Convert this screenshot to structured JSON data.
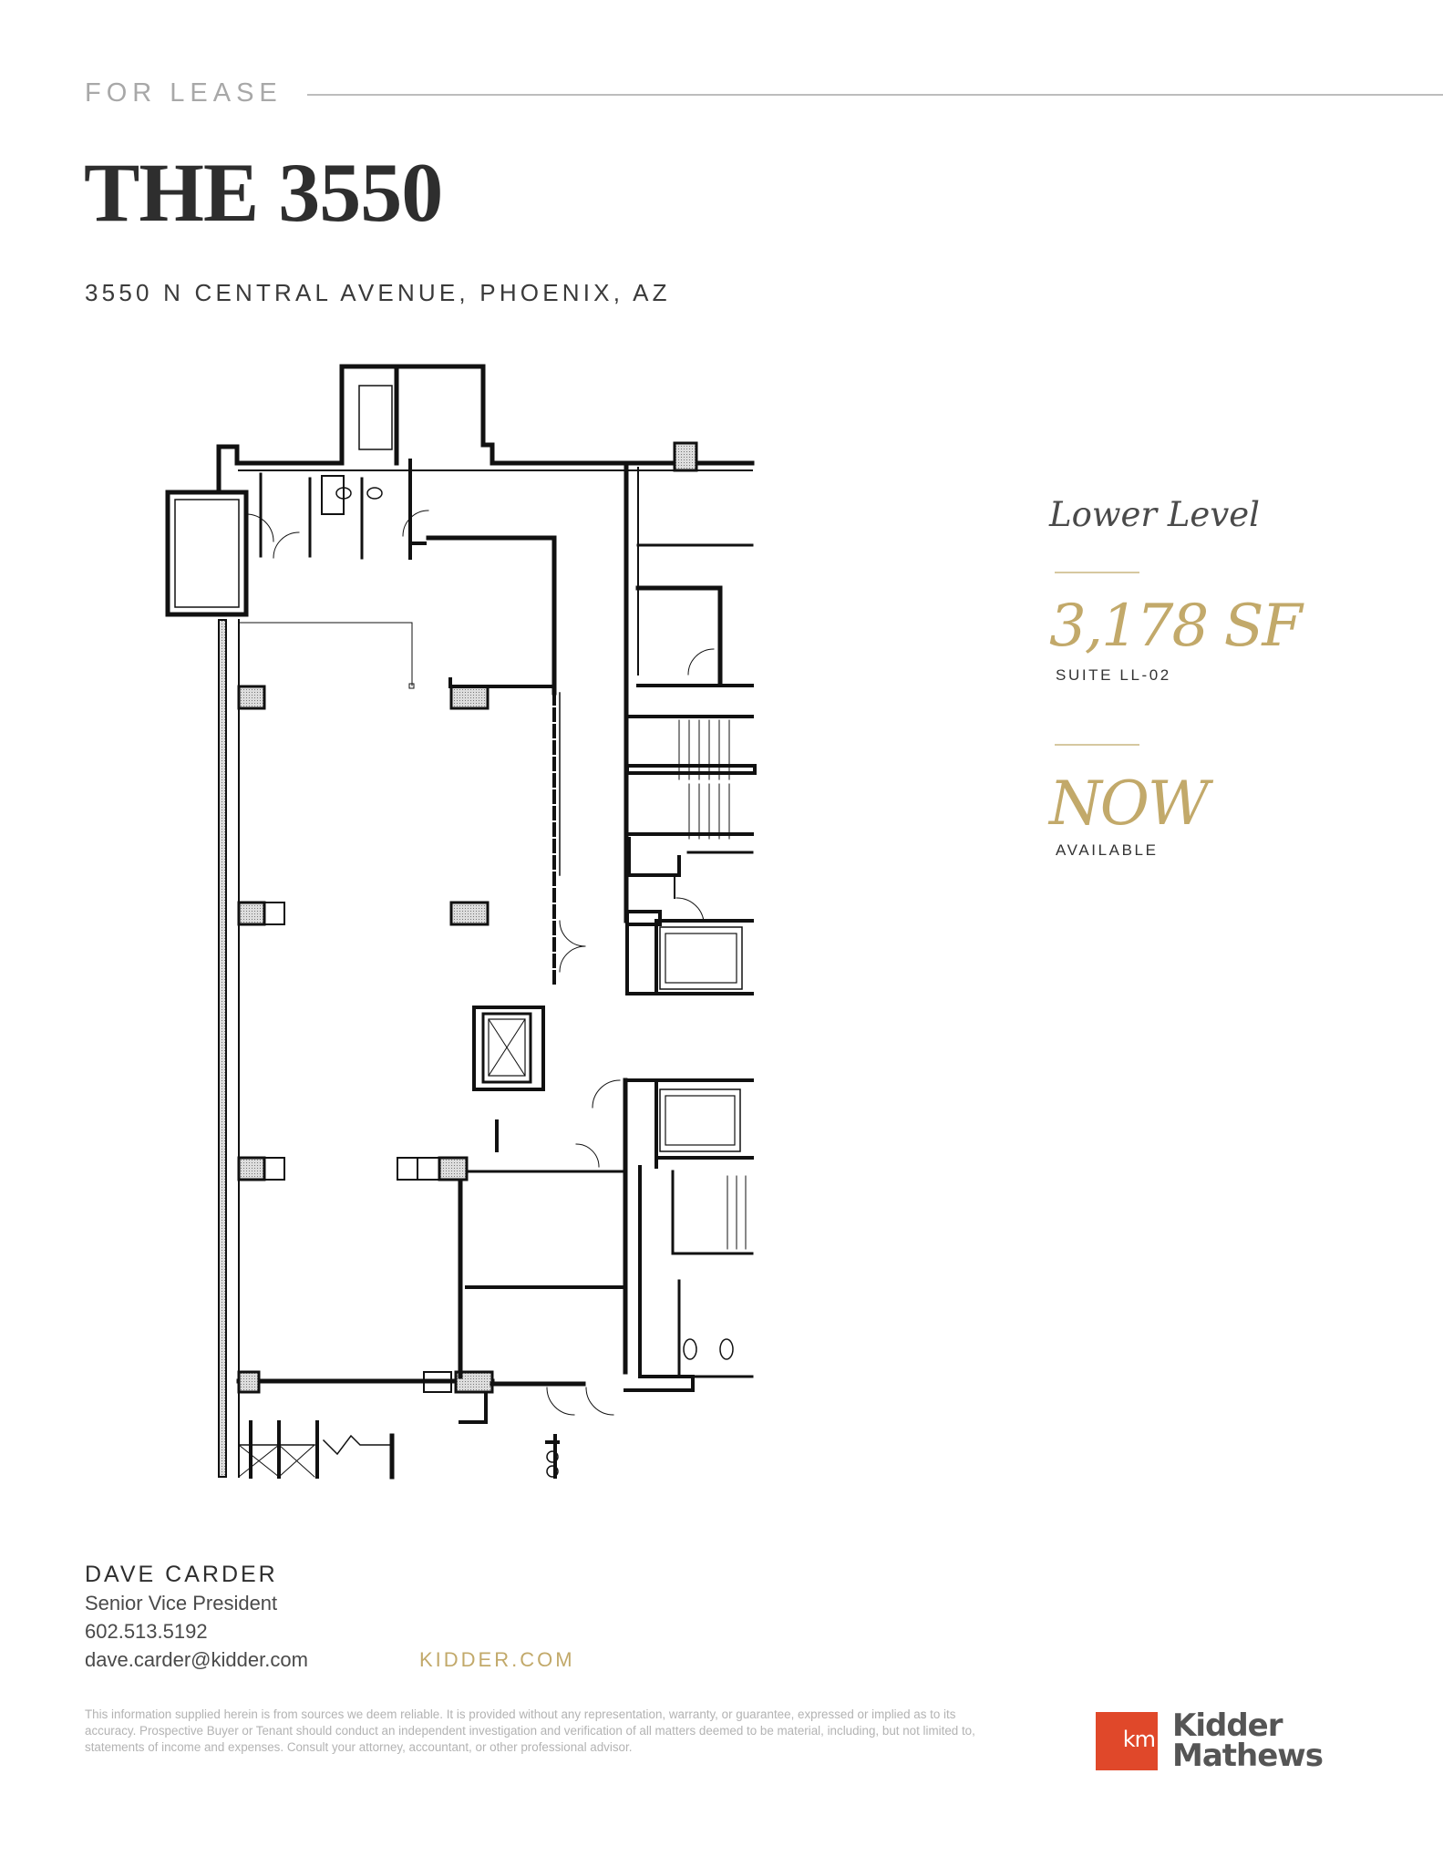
{
  "header": {
    "eyebrow": "FOR LEASE",
    "title": "THE 3550",
    "address": "3550 N CENTRAL AVENUE, PHOENIX, AZ"
  },
  "floor_plan": {
    "description": "Lower level floor plan drawing"
  },
  "details": {
    "level": "Lower Level",
    "size": "3,178 SF",
    "suite": "SUITE LL-02",
    "availability": "NOW",
    "availability_label": "AVAILABLE"
  },
  "contact": {
    "name": "DAVE CARDER",
    "title": "Senior Vice President",
    "phone": "602.513.5192",
    "email": "dave.carder@kidder.com",
    "website": "KIDDER.COM"
  },
  "disclaimer": "This information supplied herein is from sources we deem reliable. It is provided without any representation, warranty, or guarantee, expressed or implied as to its accuracy. Prospective Buyer or Tenant should conduct an independent investigation and verification of all matters deemed to be material, including, but not limited to, statements of income and expenses. Consult your attorney, accountant, or other professional advisor.",
  "brand": {
    "mark": "km",
    "line1": "Kidder",
    "line2": "Mathews",
    "mark_color": "#e0482a",
    "accent_gold": "#c2a96a"
  }
}
